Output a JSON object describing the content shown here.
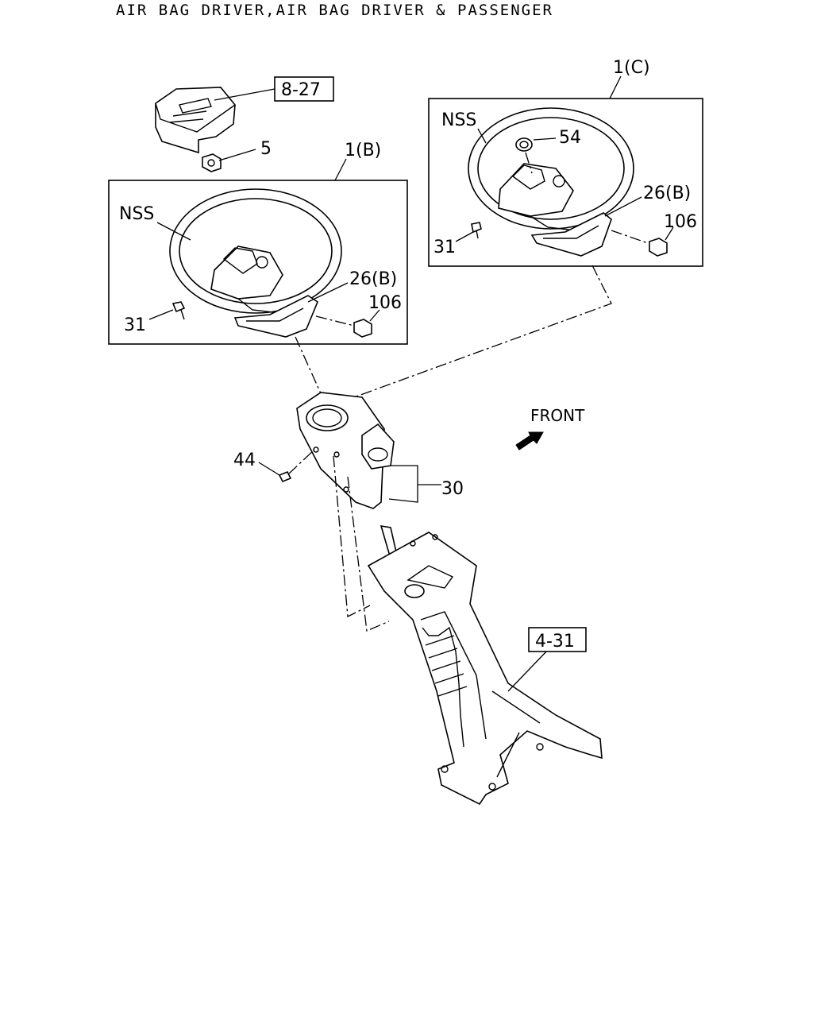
{
  "title": "AIR BAG DRIVER,AIR BAG DRIVER & PASSENGER",
  "direction_label": "FRONT",
  "callouts": {
    "cover_ref": "8-27",
    "nut": "5",
    "wheel_b": "1(B)",
    "wheel_c": "1(C)",
    "nss_b": "NSS",
    "nss_c": "NSS",
    "screw_b": "31",
    "screw_c": "31",
    "pad_b": "26(B)",
    "pad_c": "26(B)",
    "bolt_b": "106",
    "bolt_c": "106",
    "connector": "54",
    "screw_column": "44",
    "column_cover": "30",
    "column_ref": "4-31"
  }
}
